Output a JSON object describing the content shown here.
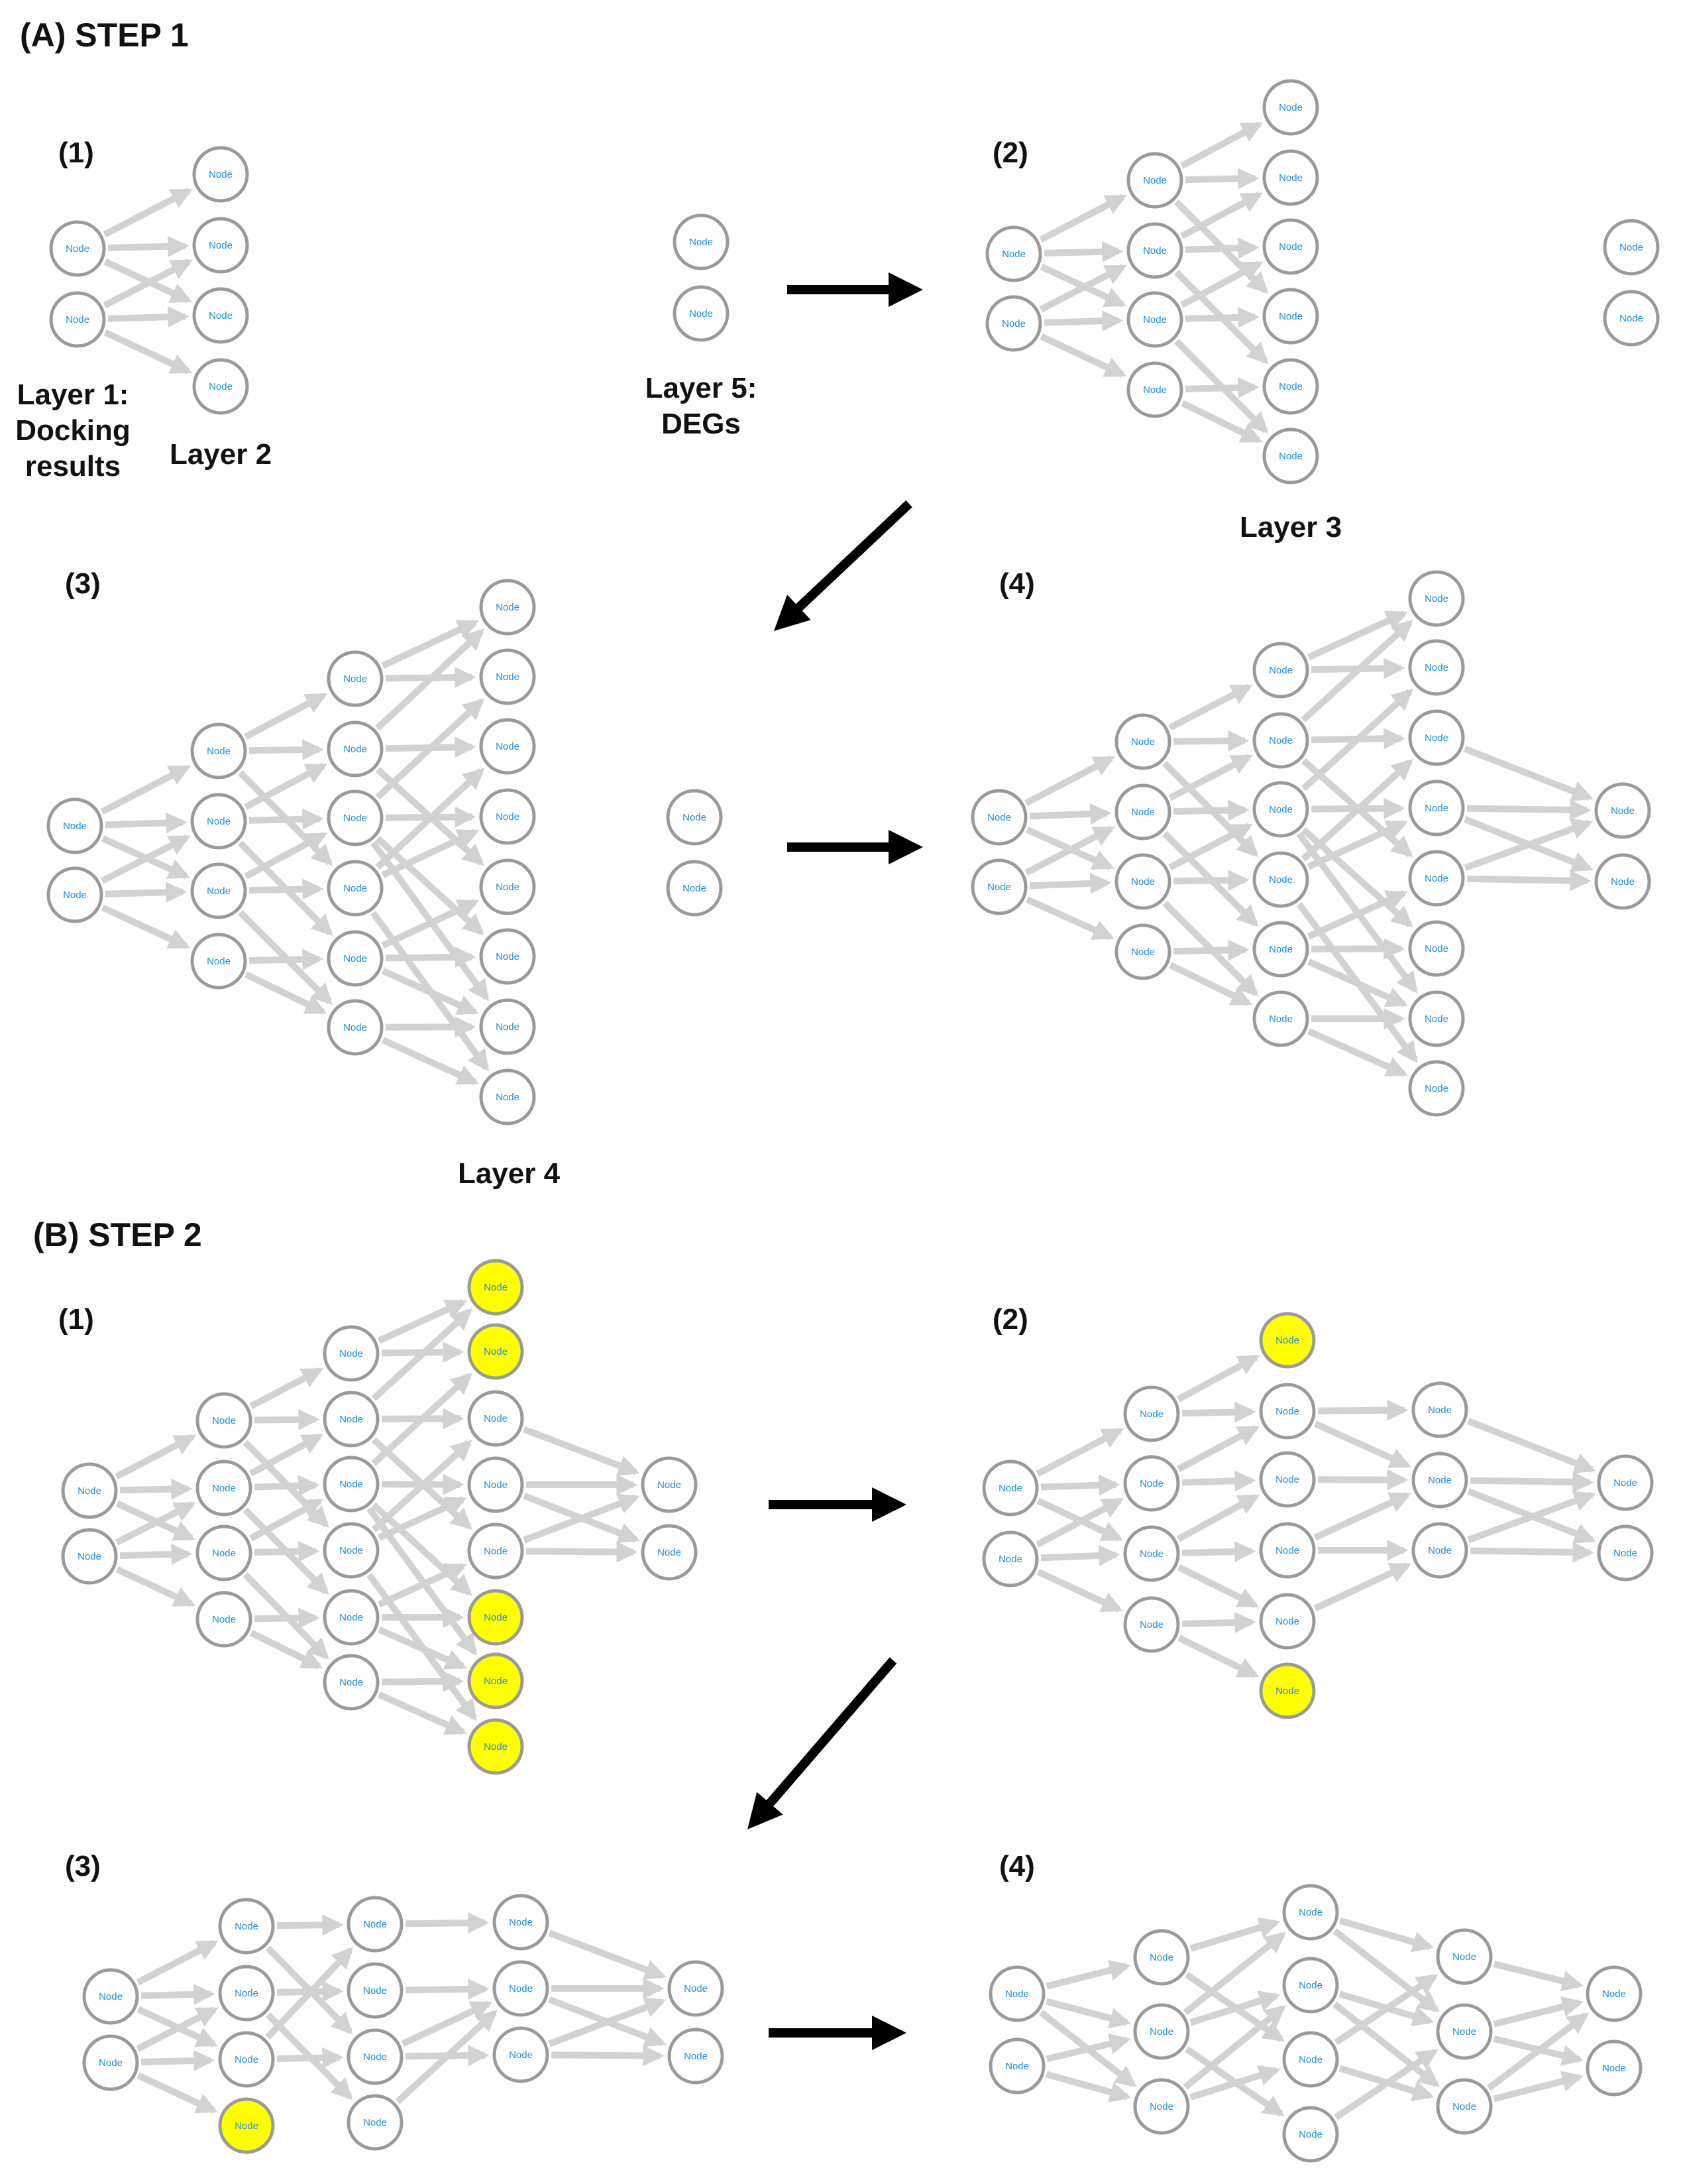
{
  "title_step1": "(A) STEP 1",
  "title_step2": "(B) STEP 2",
  "node_label": "Node",
  "layer_labels": {
    "layer1": [
      "Layer 1:",
      "Docking",
      "results"
    ],
    "layer2": "Layer 2",
    "layer3": "Layer 3",
    "layer4": "Layer 4",
    "layer5": [
      "Layer 5:",
      "DEGs"
    ]
  },
  "colors": {
    "node_fill": "#ffffff",
    "highlight_fill": "#ffff00",
    "node_stroke": "#9a9a9a",
    "edge": "#d2d2d2",
    "node_text": "#1f8fd8",
    "arrow": "#000000"
  },
  "panels": [
    {
      "id": "A1",
      "label": "(1)"
    },
    {
      "id": "A2",
      "label": "(2)"
    },
    {
      "id": "A3",
      "label": "(3)"
    },
    {
      "id": "A4",
      "label": "(4)"
    },
    {
      "id": "B1",
      "label": "(1)"
    },
    {
      "id": "B2",
      "label": "(2)"
    },
    {
      "id": "B3",
      "label": "(3)"
    },
    {
      "id": "B4",
      "label": "(4)"
    }
  ]
}
